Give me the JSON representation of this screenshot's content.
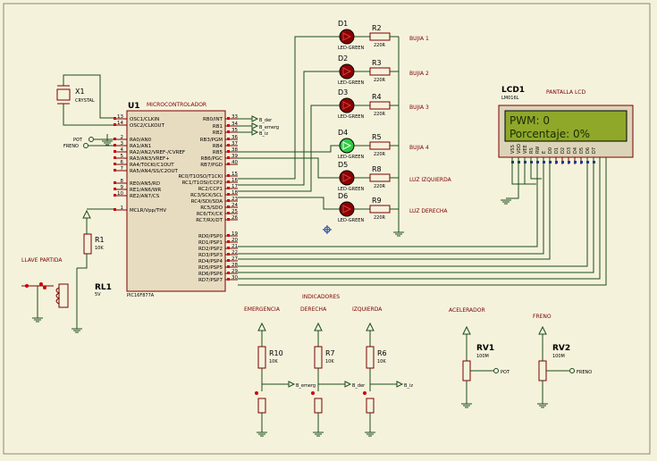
{
  "title_block": {
    "mcu_ref": "U1",
    "mcu_title": "MICROCONTROLADOR",
    "mcu_part": "PIC16F877A",
    "xtal_ref": "X1",
    "xtal_val": "CRYSTAL",
    "lcd_ref": "LCD1",
    "lcd_part": "LM016L",
    "lcd_title": "PANTALLA LCD",
    "relay_ref": "RL1",
    "relay_val": "5V",
    "relay_title": "LLAVE PARTIDA",
    "r1_ref": "R1",
    "r1_val": "10K",
    "indicadores": "INDICADORES",
    "acelerador": "ACELERADOR",
    "freno_title": "FRENO"
  },
  "lcd": {
    "line1": "PWM: 0",
    "line2": "Porcentaje: 0%",
    "bg": "#8fa82a",
    "fg": "#1b2a06"
  },
  "leds": [
    {
      "ref": "D1",
      "type": "LED-GREEN",
      "res": "R2",
      "val": "220R",
      "label": "BUJIA 1",
      "on": false
    },
    {
      "ref": "D2",
      "type": "LED-GREEN",
      "res": "R3",
      "val": "220R",
      "label": "BUJIA 2",
      "on": false
    },
    {
      "ref": "D3",
      "type": "LED-GREEN",
      "res": "R4",
      "val": "220R",
      "label": "BUJIA 3",
      "on": false
    },
    {
      "ref": "D4",
      "type": "LED-GREEN",
      "res": "R5",
      "val": "220R",
      "label": "BUJIA 4",
      "on": true
    },
    {
      "ref": "D5",
      "type": "LED-GREEN",
      "res": "R8",
      "val": "220R",
      "label": "LUZ IZQUIERDA",
      "on": false
    },
    {
      "ref": "D6",
      "type": "LED-GREEN",
      "res": "R9",
      "val": "220R",
      "label": "LUZ DERECHA",
      "on": false
    }
  ],
  "mcu_left_pins": [
    {
      "num": "13",
      "name": "OSC1/CLKIN"
    },
    {
      "num": "14",
      "name": "OSC2/CLKOUT"
    },
    {
      "num": "2",
      "name": "RA0/AN0"
    },
    {
      "num": "3",
      "name": "RA1/AN1"
    },
    {
      "num": "4",
      "name": "RA2/AN2/VREF-/CVREF"
    },
    {
      "num": "5",
      "name": "RA3/AN3/VREF+"
    },
    {
      "num": "6",
      "name": "RA4/T0CKI/C1OUT"
    },
    {
      "num": "7",
      "name": "RA5/AN4/SS/C2OUT"
    },
    {
      "num": "8",
      "name": "RE0/AN5/RD"
    },
    {
      "num": "9",
      "name": "RE1/AN6/WR"
    },
    {
      "num": "10",
      "name": "RE2/AN7/CS"
    },
    {
      "num": "1",
      "name": "MCLR/Vpp/THV"
    }
  ],
  "mcu_right_pins": [
    {
      "num": "33",
      "name": "RB0/INT"
    },
    {
      "num": "34",
      "name": "RB1"
    },
    {
      "num": "35",
      "name": "RB2"
    },
    {
      "num": "36",
      "name": "RB3/PGM"
    },
    {
      "num": "37",
      "name": "RB4"
    },
    {
      "num": "38",
      "name": "RB5"
    },
    {
      "num": "39",
      "name": "RB6/PGC"
    },
    {
      "num": "40",
      "name": "RB7/PGD"
    },
    {
      "num": "15",
      "name": "RC0/T1OSO/T1CKI"
    },
    {
      "num": "16",
      "name": "RC1/T1OSI/CCP2"
    },
    {
      "num": "17",
      "name": "RC2/CCP1"
    },
    {
      "num": "18",
      "name": "RC3/SCK/SCL"
    },
    {
      "num": "23",
      "name": "RC4/SDI/SDA"
    },
    {
      "num": "24",
      "name": "RC5/SDO"
    },
    {
      "num": "25",
      "name": "RC6/TX/CK"
    },
    {
      "num": "26",
      "name": "RC7/RX/DT"
    },
    {
      "num": "19",
      "name": "RD0/PSP0"
    },
    {
      "num": "20",
      "name": "RD1/PSP1"
    },
    {
      "num": "21",
      "name": "RD2/PSP2"
    },
    {
      "num": "22",
      "name": "RD3/PSP3"
    },
    {
      "num": "27",
      "name": "RD4/PSP4"
    },
    {
      "num": "28",
      "name": "RD5/PSP5"
    },
    {
      "num": "29",
      "name": "RD6/PSP6"
    },
    {
      "num": "30",
      "name": "RD7/PSP7"
    }
  ],
  "mcu_inputs": {
    "b_der": "B_der",
    "b_emerg": "B_emerg",
    "b_iz": "B_iz",
    "pot": "POT",
    "freno": "FRENO"
  },
  "lcd_pins": [
    "VSS",
    "VDD",
    "VEE",
    "RS",
    "RW",
    "E",
    "D0",
    "D1",
    "D2",
    "D3",
    "D4",
    "D5",
    "D6",
    "D7"
  ],
  "buttons": [
    {
      "title": "EMERGENCIA",
      "res": "R10",
      "val": "10K",
      "net": "B_emerg"
    },
    {
      "title": "DERECHA",
      "res": "R7",
      "val": "10K",
      "net": "B_der"
    },
    {
      "title": "IZQUIERDA",
      "res": "R6",
      "val": "10K",
      "net": "B_iz"
    }
  ],
  "pots": [
    {
      "title": "ACELERADOR",
      "ref": "RV1",
      "val": "100M",
      "net": "POT"
    },
    {
      "title": "FRENO",
      "ref": "RV2",
      "val": "100M",
      "net": "FRENO"
    }
  ]
}
